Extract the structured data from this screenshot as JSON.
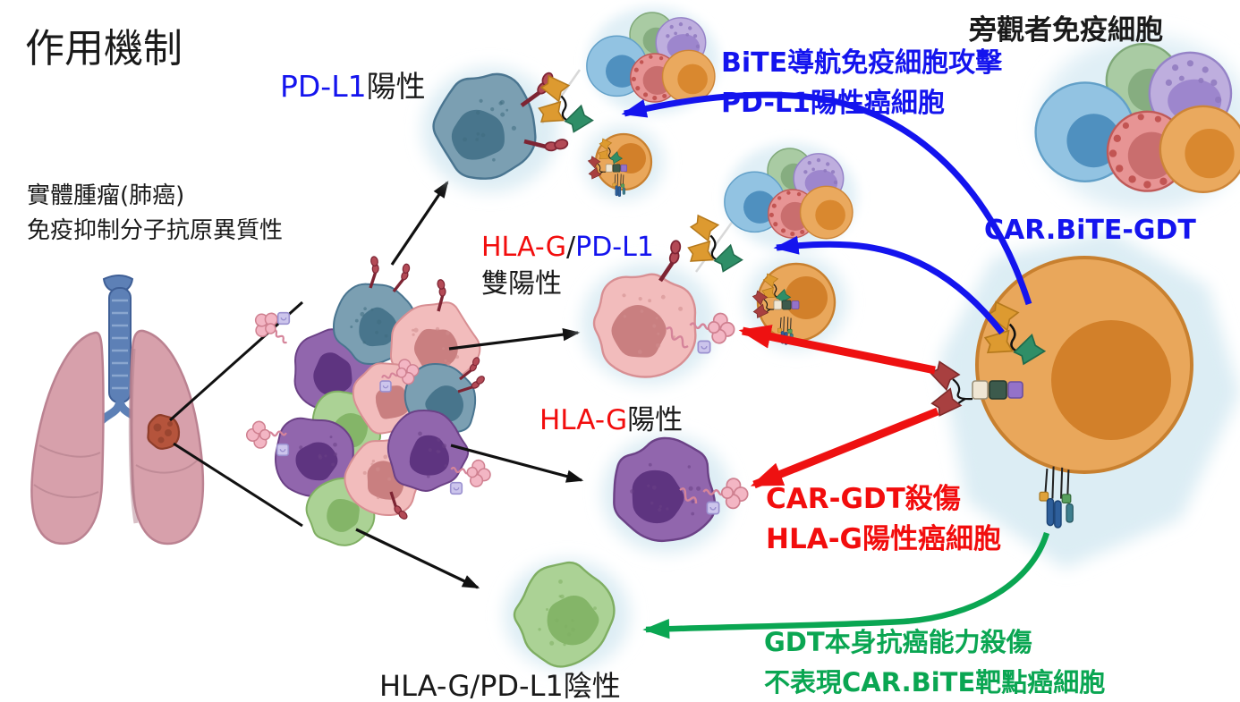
{
  "title": "作用機制",
  "colors": {
    "text_blue": "#1414ee",
    "text_red": "#f20d0d",
    "text_green": "#0aa652",
    "text_black": "#1a1a1a",
    "arrow_blue": "#1414ee",
    "arrow_red": "#ee1111",
    "arrow_green": "#0aa652",
    "arrow_black": "#111111",
    "gdt_cell_orange": "#e9a75b",
    "teal_cell": "#7b9fb2",
    "pink_cell": "#f2bcbc",
    "purple_cell": "#9166ad",
    "green_cell": "#abd295"
  },
  "labels": {
    "tumor_line1": "實體腫瘤(肺癌)",
    "tumor_line2": "免疫抑制分子抗原異質性",
    "pdl1_pos": {
      "gene": "PD-L1",
      "suffix": "陽性"
    },
    "double_pos": {
      "gene1": "HLA-G",
      "slash": "/",
      "gene2": "PD-L1",
      "line2": "雙陽性"
    },
    "hlag_pos": {
      "gene": "HLA-G",
      "suffix": "陽性"
    },
    "double_neg": "HLA-G/PD-L1陰性",
    "bystander": "旁觀者免疫細胞",
    "bite_attack_line1": "BiTE導航免疫細胞攻擊",
    "bite_attack_line2": "PD-L1陽性癌細胞",
    "car_bite_gdt": "CAR.BiTE-GDT",
    "car_kill_line1": "CAR-GDT殺傷",
    "car_kill_line2": "HLA-G陽性癌細胞",
    "gdt_kill_line1": "GDT本身抗癌能力殺傷",
    "gdt_kill_line2": "不表現CAR.BiTE靶點癌細胞"
  }
}
